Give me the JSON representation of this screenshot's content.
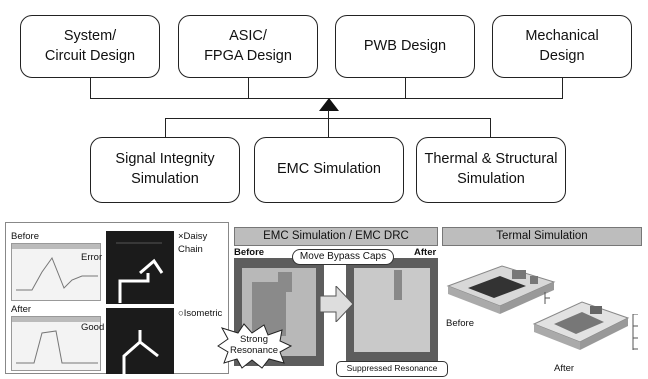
{
  "top_boxes": [
    {
      "label": "System/\nCircuit Design"
    },
    {
      "label": "ASIC/\nFPGA Design"
    },
    {
      "label": "PWB Design"
    },
    {
      "label": "Mechanical\nDesign"
    }
  ],
  "bottom_boxes": [
    {
      "label": "Signal Integnity\nSimulation"
    },
    {
      "label": "EMC Simulation"
    },
    {
      "label": "Thermal & Structural\nSimulation"
    }
  ],
  "panel_left": {
    "before_label": "Before",
    "after_label": "After",
    "error_label": "Error",
    "good_label": "Good",
    "daisy_chain_label": "×Daisy\nChain",
    "isometric_label": "○Isometric"
  },
  "panel_middle": {
    "header": "EMC Simulation / EMC DRC",
    "before_label": "Before",
    "after_label": "After",
    "move_caps_label": "Move Bypass Caps",
    "strong_resonance_label": "Strong\nResonance",
    "suppressed_label": "Suppressed Resonance"
  },
  "panel_right": {
    "header": "Termal Simulation",
    "before_label": "Before",
    "after_label": "After"
  }
}
